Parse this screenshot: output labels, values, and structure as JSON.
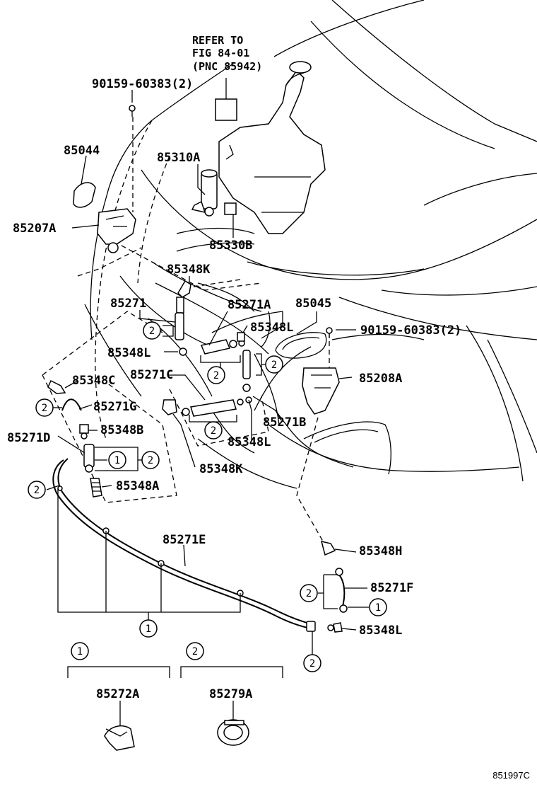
{
  "reference_note": {
    "line1": "REFER TO",
    "line2": "FIG 84-01",
    "line3": "(PNC 85942)"
  },
  "part_labels": {
    "p90159_top": "90159-60383(2)",
    "p85044": "85044",
    "p85310A": "85310A",
    "p85207A": "85207A",
    "p85330B": "85330B",
    "p85348K_top": "85348K",
    "p85271": "85271",
    "p85271A": "85271A",
    "p85045": "85045",
    "p85348L_a": "85348L",
    "p90159_right": "90159-60383(2)",
    "p85348L_b": "85348L",
    "p85271C": "85271C",
    "p85208A": "85208A",
    "p85348C": "85348C",
    "p85271G": "85271G",
    "p85271B": "85271B",
    "p85271D": "85271D",
    "p85348B": "85348B",
    "p85348L_c": "85348L",
    "p85348K_bottom": "85348K",
    "p85348A": "85348A",
    "p85271E": "85271E",
    "p85348H": "85348H",
    "p85271F": "85271F",
    "p85348L_d": "85348L",
    "p85272A": "85272A",
    "p85279A": "85279A"
  },
  "callouts": {
    "one": "1",
    "two": "2"
  },
  "diagram_code": "851997C"
}
